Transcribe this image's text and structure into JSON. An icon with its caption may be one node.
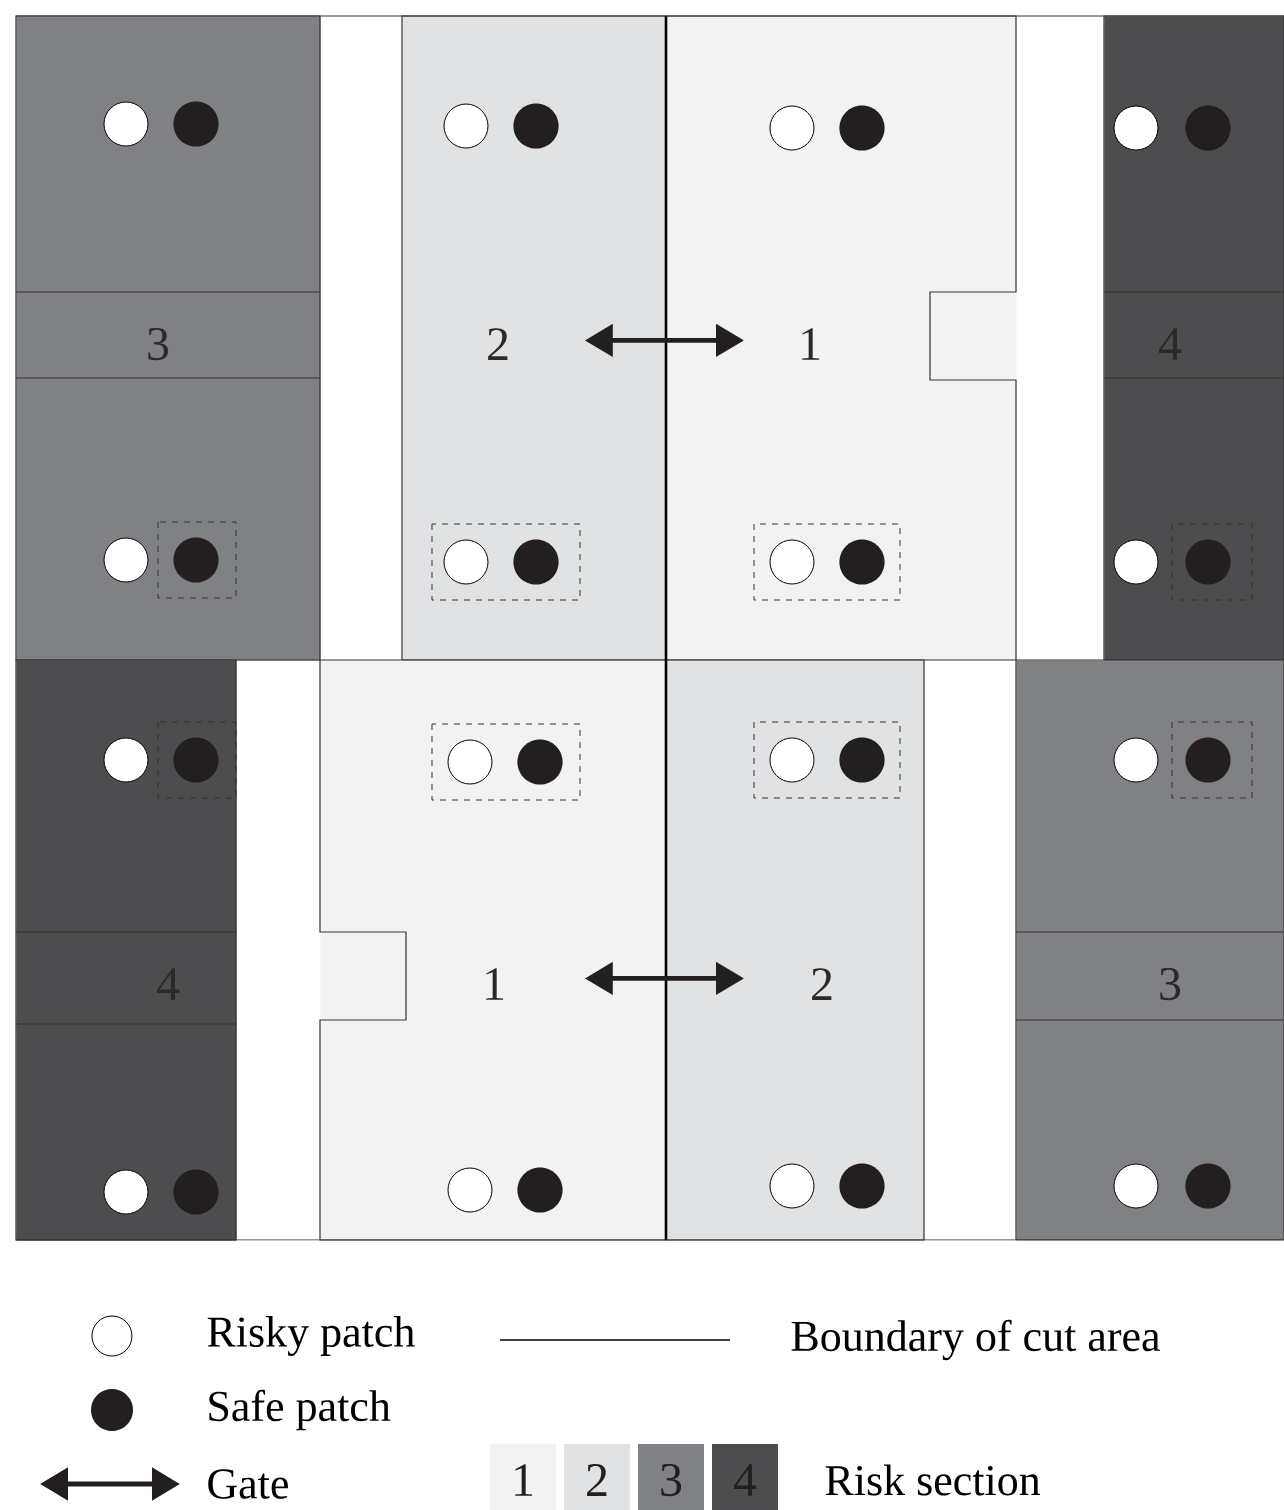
{
  "diagram": {
    "nodes": [
      {
        "text": [
          "3"
        ]
      },
      {
        "text": [
          "2"
        ]
      },
      {
        "text": [
          "1"
        ]
      },
      {
        "text": [
          "4"
        ]
      },
      {
        "text": [
          "4"
        ]
      },
      {
        "text": [
          "1"
        ]
      },
      {
        "text": [
          "2"
        ]
      },
      {
        "text": [
          "3"
        ]
      }
    ],
    "edges": [
      {
        "from": 1,
        "to": 2,
        "arrow": "both"
      },
      {
        "from": 5,
        "to": 6,
        "arrow": "both"
      }
    ],
    "labels": [
      "Risk section"
    ],
    "legend": [
      {
        "text": "Risky patch"
      },
      {
        "text": "Boundary of cut area"
      },
      {
        "text": "Safe patch"
      },
      {
        "text": "Gate"
      },
      {
        "text": "1",
        "color": "#f2f2f2"
      },
      {
        "text": "2",
        "color": "#e1e2e4"
      },
      {
        "text": "3",
        "color": "#808184"
      },
      {
        "text": "4",
        "color": "#4d4d4f"
      }
    ]
  }
}
